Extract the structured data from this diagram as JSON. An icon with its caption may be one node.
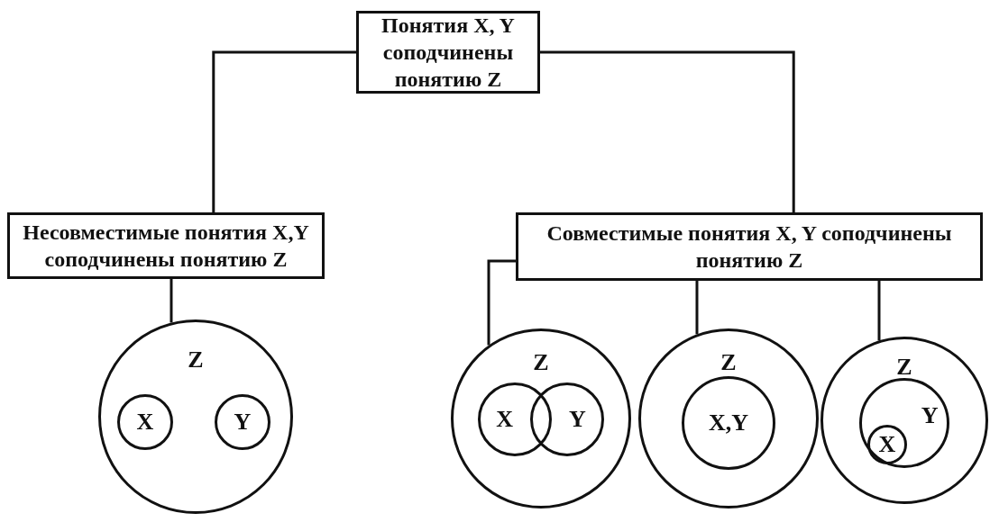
{
  "diagram": {
    "nodes": [
      {
        "text": [
          "Понятия X, Y соподчинены понятию Z"
        ]
      },
      {
        "text": [
          "Несовместимые понятия X,Y соподчинены понятию Z"
        ]
      },
      {
        "text": [
          "Совместимые понятия X, Y соподчинены понятию Z"
        ]
      },
      {
        "text": [
          "Z"
        ]
      },
      {
        "text": [
          "X"
        ],
        "in": 3
      },
      {
        "text": [
          "Y"
        ],
        "in": 3
      },
      {
        "text": [
          "Z"
        ]
      },
      {
        "text": [
          "X"
        ],
        "in": 6
      },
      {
        "text": [
          "Y"
        ],
        "in": 6
      },
      {
        "text": [
          "Z"
        ]
      },
      {
        "text": [
          "X,Y"
        ],
        "in": 9
      },
      {
        "text": [
          "Z"
        ]
      },
      {
        "text": [
          "Y"
        ],
        "in": 11
      },
      {
        "text": [
          "X"
        ],
        "in": 12
      }
    ],
    "edges": [
      {
        "from": 0,
        "to": 1,
        "arrow": "none"
      },
      {
        "from": 0,
        "to": 2,
        "arrow": "none"
      },
      {
        "from": 1,
        "to": 3,
        "arrow": "none"
      },
      {
        "from": 2,
        "to": 6,
        "arrow": "none"
      },
      {
        "from": 2,
        "to": 9,
        "arrow": "none"
      },
      {
        "from": 2,
        "to": 11,
        "arrow": "none"
      }
    ]
  }
}
